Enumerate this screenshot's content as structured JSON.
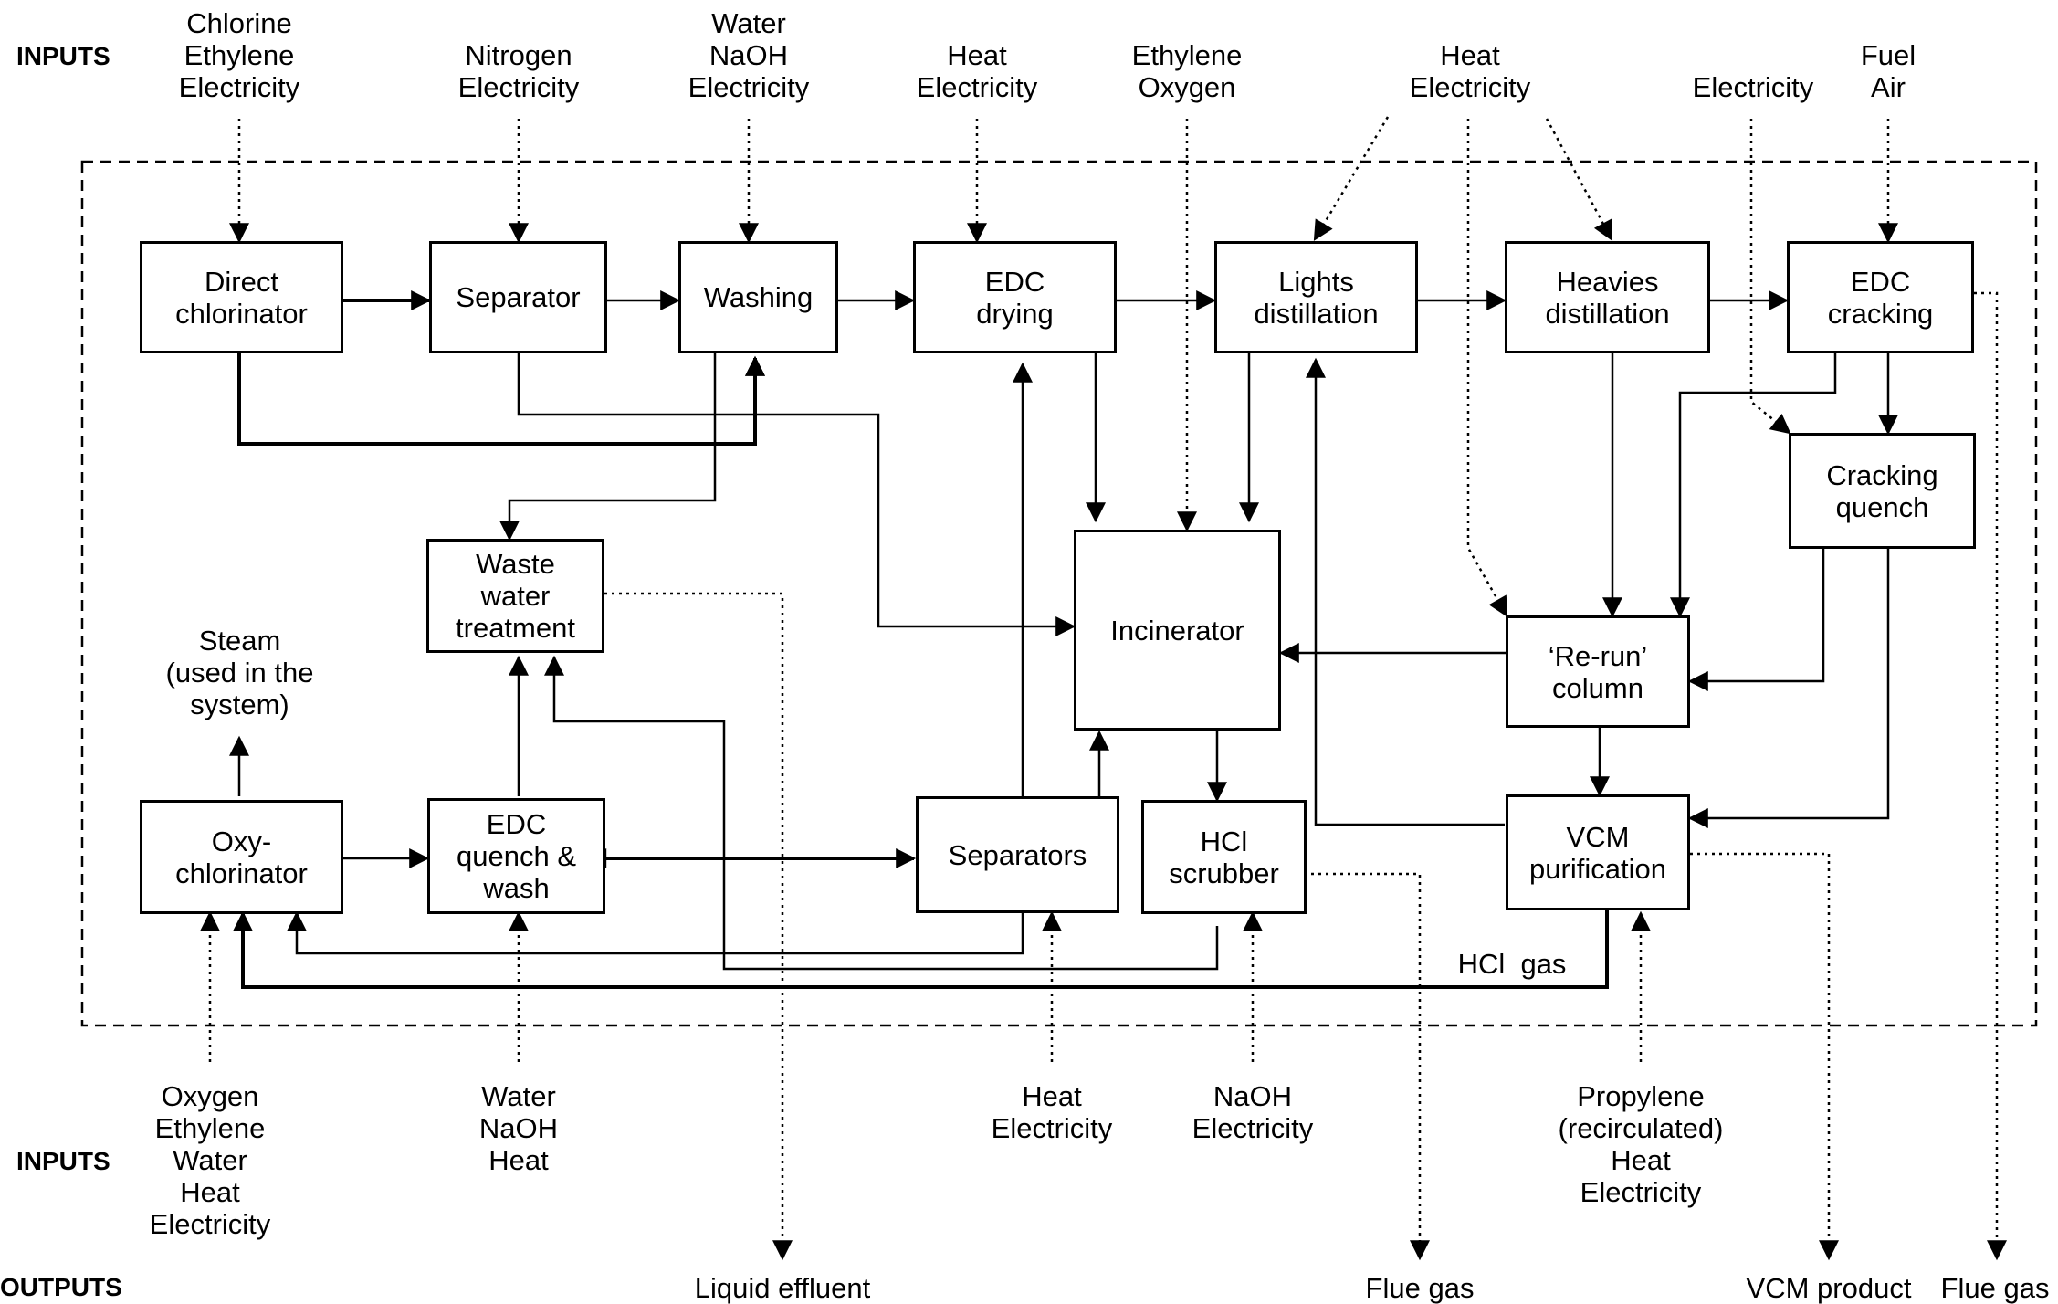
{
  "header_inputs_top": "INPUTS",
  "header_inputs_bottom": "INPUTS",
  "header_outputs": "OUTPUTS",
  "top_inputs": [
    "Chlorine\nEthylene\nElectricity",
    "Nitrogen\nElectricity",
    "Water\nNaOH\nElectricity",
    "Heat\nElectricity",
    "Ethylene\nOxygen",
    "Heat\nElectricity",
    "Electricity",
    "Fuel\nAir"
  ],
  "bottom_inputs": [
    "Oxygen\nEthylene\nWater\nHeat\nElectricity",
    "Water\nNaOH\nHeat",
    "Heat\nElectricity",
    "NaOH\nElectricity",
    "Propylene\n(recirculated)\nHeat\nElectricity"
  ],
  "outputs": [
    "Liquid effluent",
    "Flue gas",
    "VCM product",
    "Flue gas"
  ],
  "steam_note": "Steam\n(used in the\nsystem)",
  "hcl_gas_label": "HCl  gas",
  "boxes": {
    "direct_chlorinator": "Direct\nchlorinator",
    "separator": "Separator",
    "washing": "Washing",
    "edc_drying": "EDC\ndrying",
    "lights_distillation": "Lights\ndistillation",
    "heavies_distillation": "Heavies\ndistillation",
    "edc_cracking": "EDC\ncracking",
    "cracking_quench": "Cracking\nquench",
    "waste_water_treatment": "Waste\nwater\ntreatment",
    "incinerator": "Incinerator",
    "rerun_column": "‘Re-run’\ncolumn",
    "oxy_chlorinator": "Oxy-\nchlorinator",
    "edc_quench_wash": "EDC\nquench &\nwash",
    "separators": "Separators",
    "hcl_scrubber": "HCl\nscrubber",
    "vcm_purification": "VCM\npurification"
  }
}
